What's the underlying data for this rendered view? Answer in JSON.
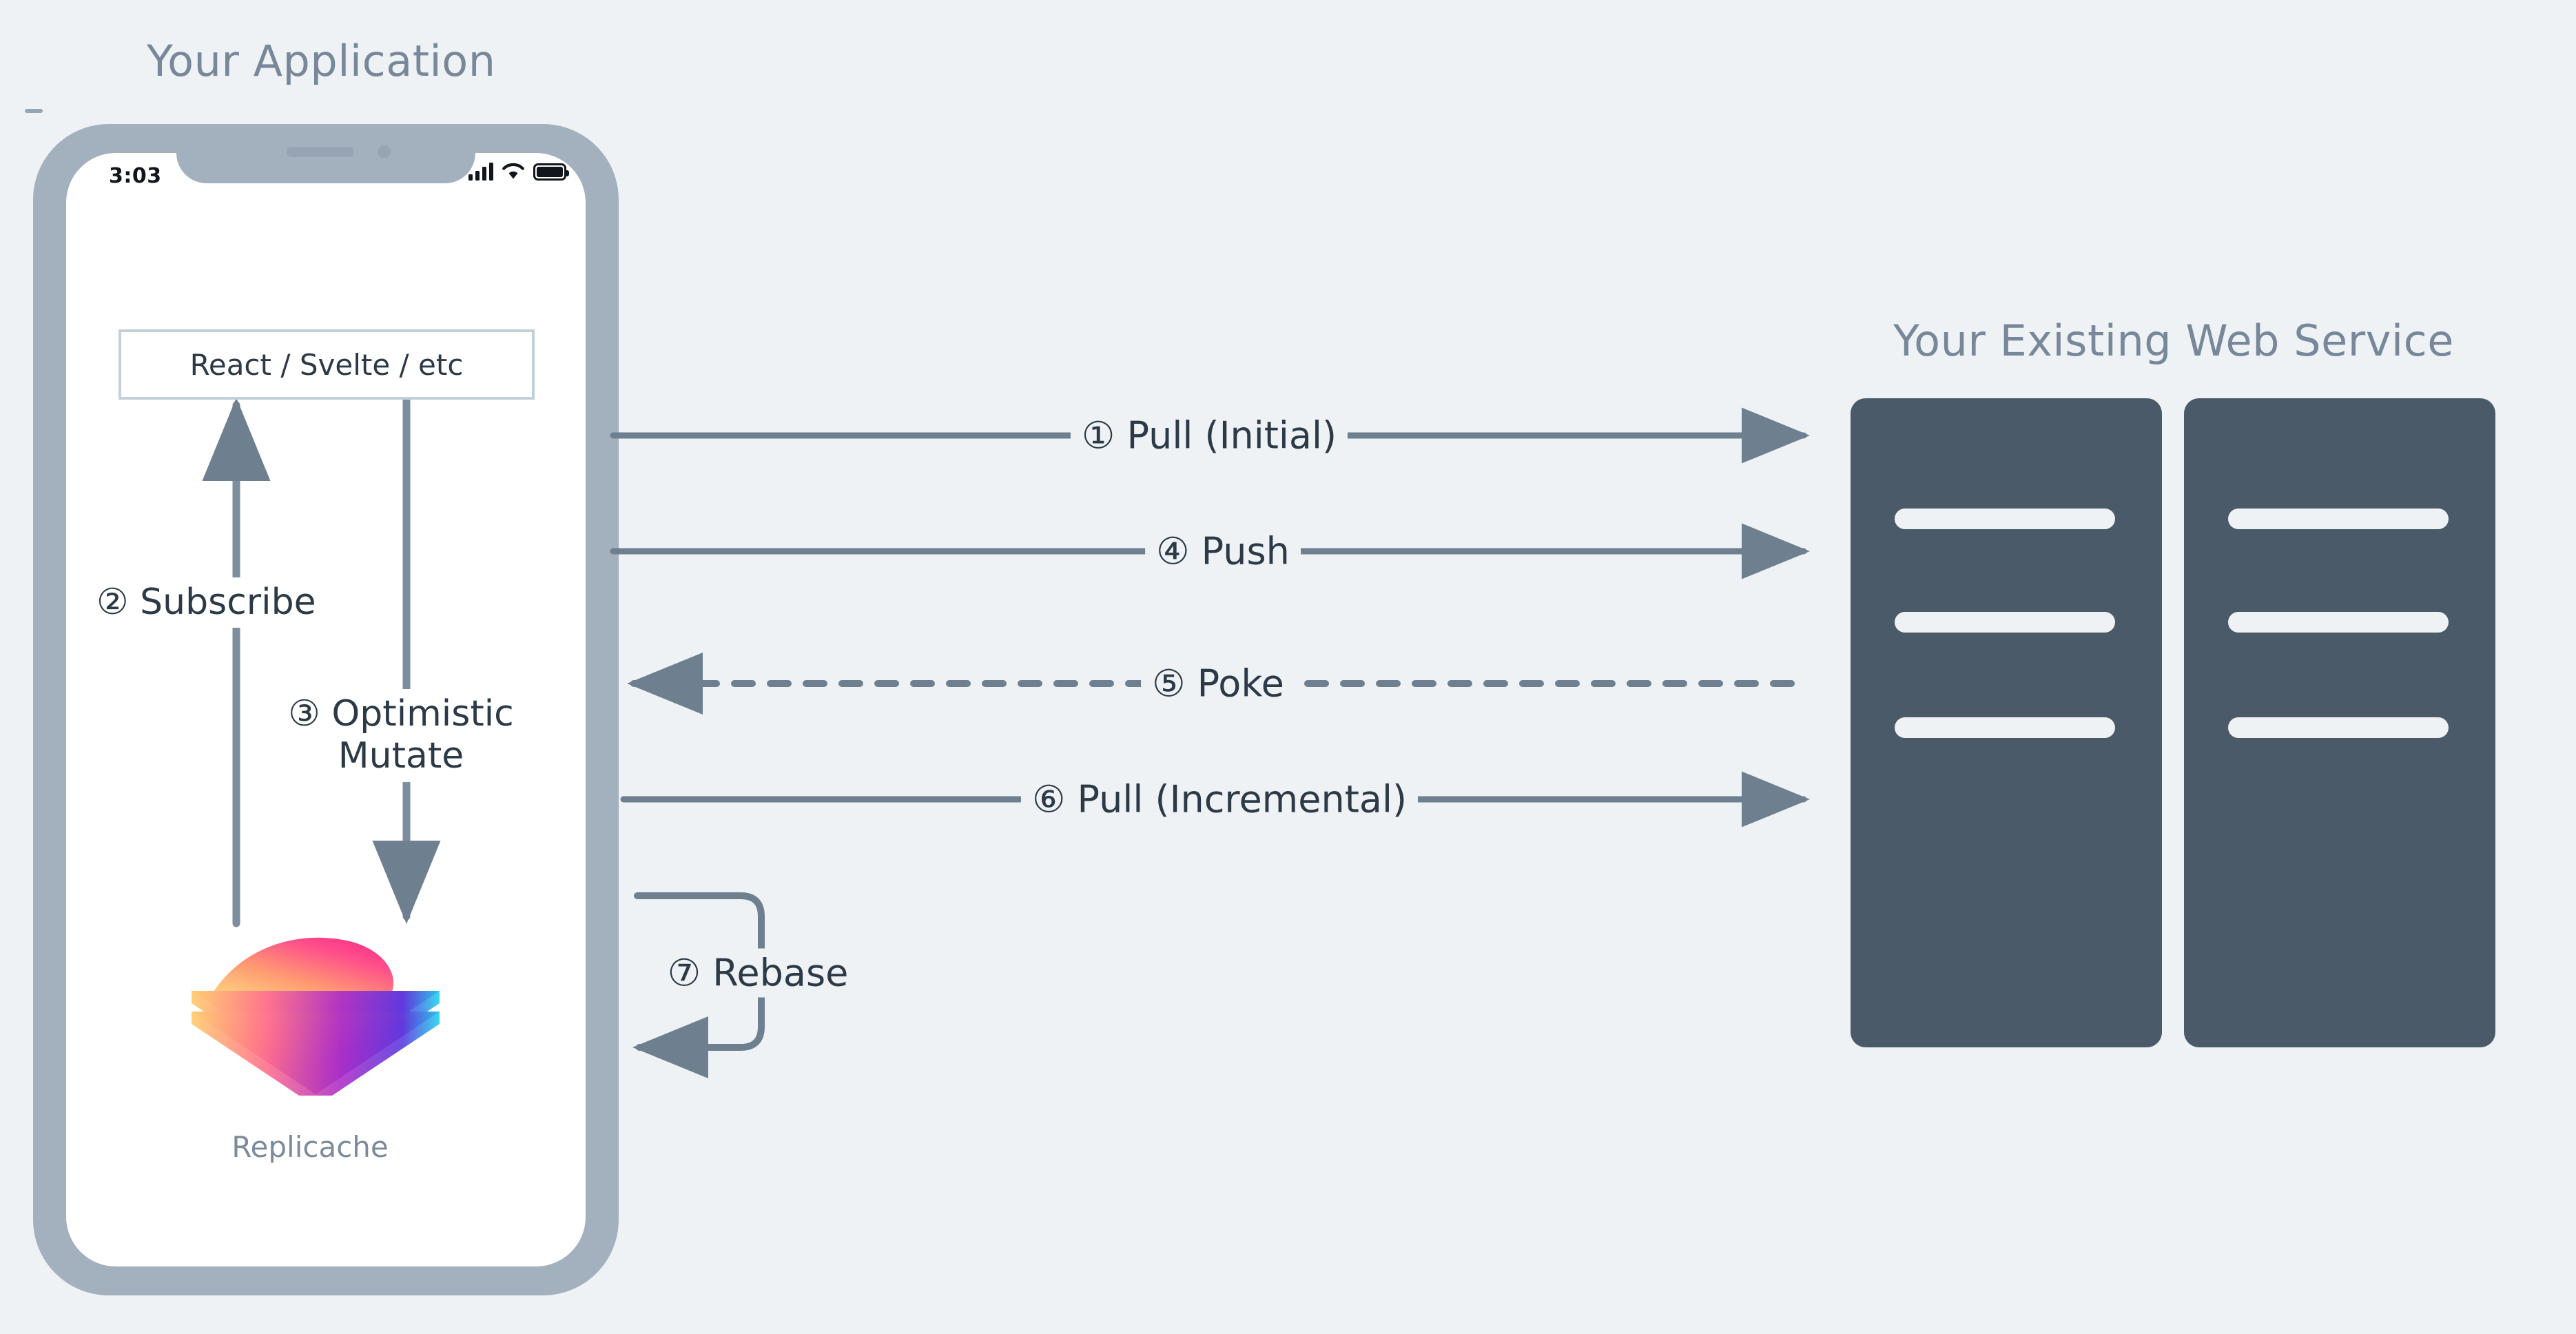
{
  "colors": {
    "background": "#eef2f5",
    "phone_frame": "#a3b0bd",
    "phone_screen": "#ffffff",
    "server_fill": "#4b5a68",
    "server_bar": "#eef2f5",
    "arrow": "#6e8090",
    "label_text": "#2c3a47",
    "title_text": "#78889a",
    "box_border": "#c2d0da"
  },
  "titles": {
    "application": "Your Application",
    "web_service": "Your Existing Web Service"
  },
  "phone": {
    "status_bar": {
      "time": "3:03",
      "icons": [
        "cellular-signal-icon",
        "wifi-icon",
        "battery-icon"
      ]
    },
    "framework_box": {
      "label": "React / Svelte / etc"
    },
    "local_flows": [
      {
        "number": "②",
        "label": "Subscribe",
        "direction": "up",
        "from": "replicache",
        "to": "framework"
      },
      {
        "number": "③",
        "label": "Optimistic Mutate",
        "direction": "down",
        "from": "framework",
        "to": "replicache"
      }
    ],
    "store": {
      "name": "Replicache",
      "logo": "replicache-layers-logo"
    }
  },
  "network_flows": [
    {
      "number": "①",
      "label": "Pull (Initial)",
      "direction": "right",
      "style": "solid"
    },
    {
      "number": "④",
      "label": "Push",
      "direction": "right",
      "style": "solid"
    },
    {
      "number": "⑤",
      "label": "Poke",
      "direction": "left",
      "style": "dashed"
    },
    {
      "number": "⑥",
      "label": "Pull (Incremental)",
      "direction": "right",
      "style": "solid"
    },
    {
      "number": "⑦",
      "label": "Rebase",
      "direction": "loop-left",
      "style": "solid"
    }
  ],
  "flow_text": {
    "f1": "① Pull (Initial)",
    "f4": "④ Push",
    "f5": "⑤ Poke",
    "f6": "⑥ Pull (Incremental)",
    "f7": "⑦ Rebase",
    "subscribe": "② Subscribe",
    "mutate": "③ Optimistic Mutate"
  },
  "servers": [
    {
      "name": "server-rack-1",
      "bars": 3
    },
    {
      "name": "server-rack-2",
      "bars": 3
    }
  ]
}
